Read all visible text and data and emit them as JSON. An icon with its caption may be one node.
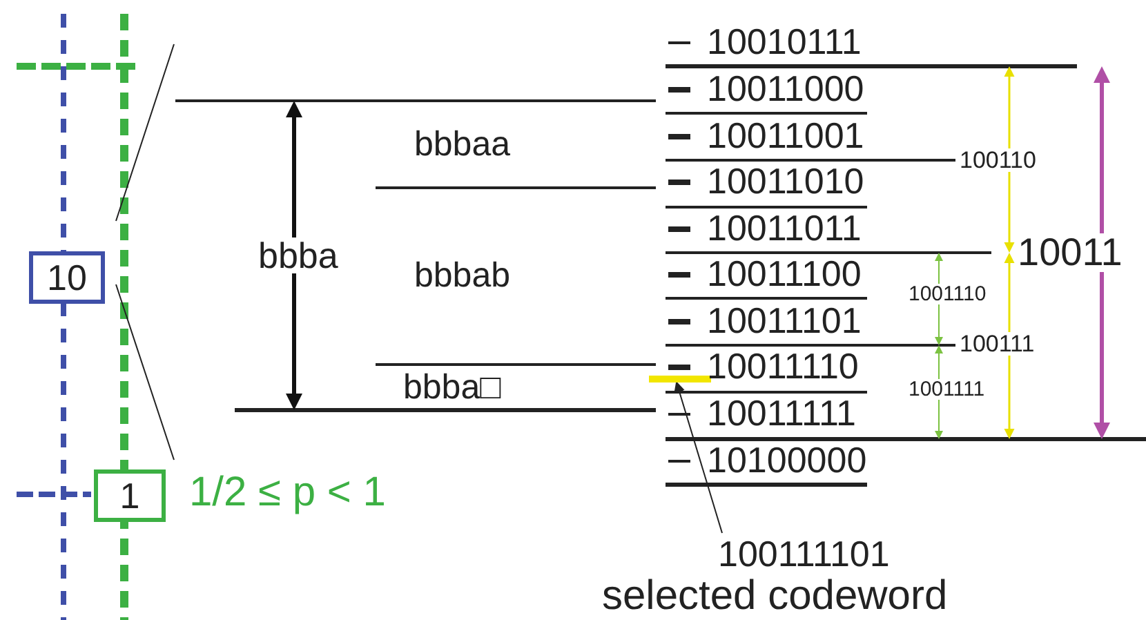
{
  "diagram": {
    "nodes": [
      {
        "text": [
          "10"
        ]
      },
      {
        "text": [
          "1"
        ]
      },
      {
        "text": [],
        "shape": "bar"
      },
      {
        "text": [
          "100111101",
          "selected codeword"
        ]
      }
    ],
    "edges": [
      {
        "from": 3,
        "to": 2,
        "arrow": "to"
      }
    ],
    "labels": [
      "10010111",
      "10011000",
      "10011001",
      "10011010",
      "10011011",
      "10011100",
      "10011101",
      "10011110",
      "10011111",
      "10100000",
      "bbba",
      "bbbaa",
      "bbbab",
      "bbba□",
      "1/2 ≤ p < 1",
      "100110",
      "10011",
      "1001110",
      "100111",
      "1001111"
    ]
  }
}
